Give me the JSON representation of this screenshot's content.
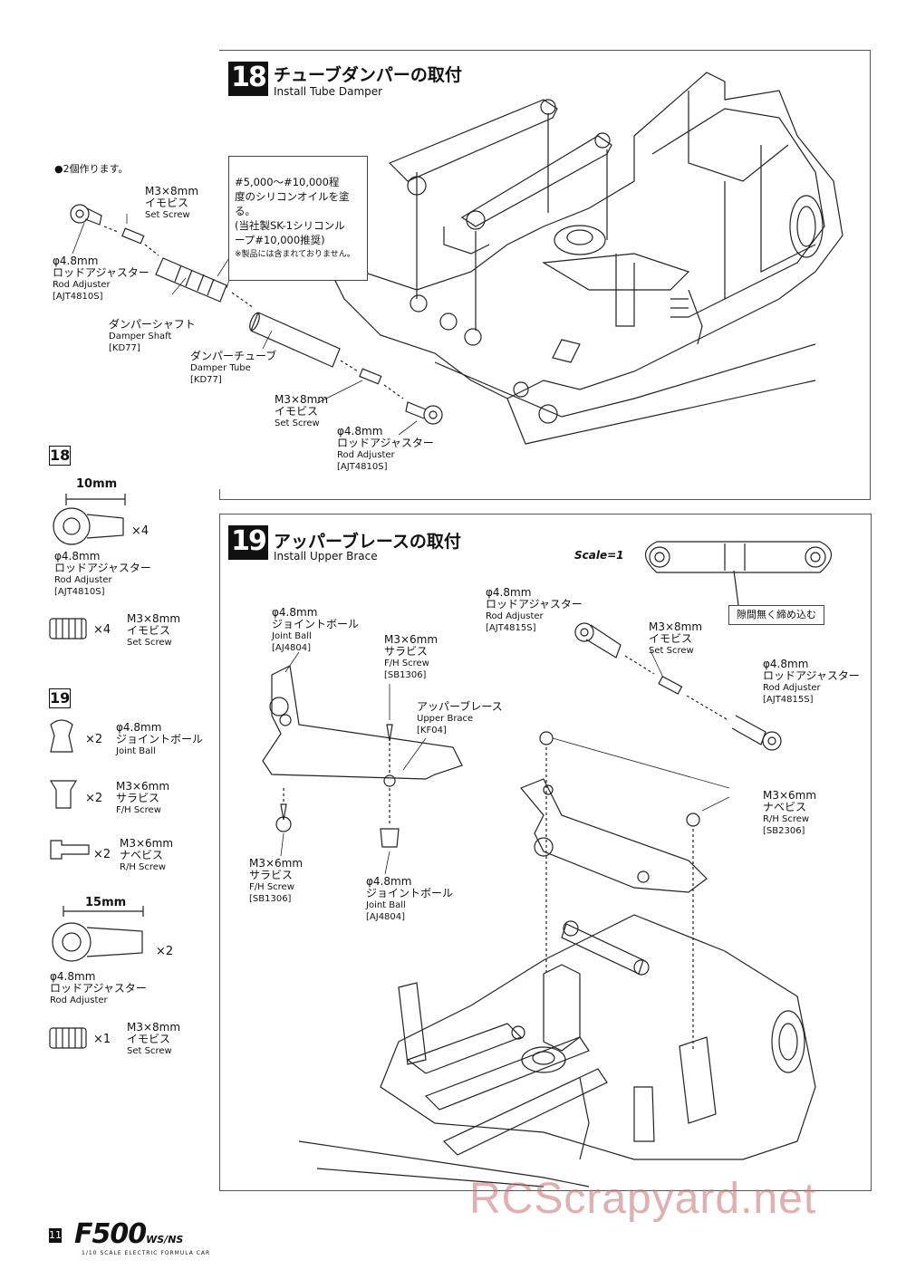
{
  "step18": {
    "number": "18",
    "title_jp": "チューブダンパーの取付",
    "title_en": "Install Tube Damper",
    "note_make_two": "●2個作ります。",
    "oil_note": "#5,000〜#10,000程\n度のシリコンオイルを塗る。\n(当社製SK-1シリコンル\nープ#10,000推奨)",
    "oil_note_small": "※製品には含まれておりません。",
    "set_screw_top": {
      "size": "M3×8mm",
      "jp": "イモビス",
      "en": "Set Screw"
    },
    "rod_adjuster_left": {
      "size": "φ4.8mm",
      "jp": "ロッドアジャスター",
      "en": "Rod Adjuster",
      "code": "[AJT4810S]"
    },
    "damper_shaft": {
      "jp": "ダンパーシャフト",
      "en": "Damper Shaft",
      "code": "[KD77]"
    },
    "damper_tube": {
      "jp": "ダンパーチューブ",
      "en": "Damper Tube",
      "code": "[KD77]"
    },
    "set_screw_bottom": {
      "size": "M3×8mm",
      "jp": "イモビス",
      "en": "Set Screw"
    },
    "rod_adjuster_right": {
      "size": "φ4.8mm",
      "jp": "ロッドアジャスター",
      "en": "Rod Adjuster",
      "code": "[AJT4810S]"
    }
  },
  "parts18": {
    "badge": "18",
    "dim": "10mm",
    "rod": {
      "qty": "×4",
      "size": "φ4.8mm",
      "jp": "ロッドアジャスター",
      "en": "Rod Adjuster",
      "code": "[AJT4810S]"
    },
    "screw": {
      "qty": "×4",
      "size": "M3×8mm",
      "jp": "イモビス",
      "en": "Set Screw"
    }
  },
  "step19": {
    "number": "19",
    "title_jp": "アッパーブレースの取付",
    "title_en": "Install Upper Brace",
    "scale": "Scale=1",
    "tight_note": "隙間無く締め込む",
    "joint_ball_top": {
      "size": "φ4.8mm",
      "jp": "ジョイントボール",
      "en": "Joint Ball",
      "code": "[AJ4804]"
    },
    "fh_screw_top": {
      "size": "M3×6mm",
      "jp": "サラビス",
      "en": "F/H Screw",
      "code": "[SB1306]"
    },
    "upper_brace": {
      "jp": "アッパーブレース",
      "en": "Upper Brace",
      "code": "[KF04]"
    },
    "fh_screw_bottom": {
      "size": "M3×6mm",
      "jp": "サラビス",
      "en": "F/H Screw",
      "code": "[SB1306]"
    },
    "joint_ball_bottom": {
      "size": "φ4.8mm",
      "jp": "ジョイントボール",
      "en": "Joint Ball",
      "code": "[AJ4804]"
    },
    "rod_adjuster_top": {
      "size": "φ4.8mm",
      "jp": "ロッドアジャスター",
      "en": "Rod Adjuster",
      "code": "[AJT4815S]"
    },
    "set_screw": {
      "size": "M3×8mm",
      "jp": "イモビス",
      "en": "Set Screw"
    },
    "rod_adjuster_right": {
      "size": "φ4.8mm",
      "jp": "ロッドアジャスター",
      "en": "Rod Adjuster",
      "code": "[AJT4815S]"
    },
    "rh_screw": {
      "size": "M3×6mm",
      "jp": "ナベビス",
      "en": "R/H Screw",
      "code": "[SB2306]"
    }
  },
  "parts19": {
    "badge": "19",
    "joint_ball": {
      "qty": "×2",
      "size": "φ4.8mm",
      "jp": "ジョイントボール",
      "en": "Joint Ball"
    },
    "fh_screw": {
      "qty": "×2",
      "size": "M3×6mm",
      "jp": "サラビス",
      "en": "F/H Screw"
    },
    "rh_screw": {
      "qty": "×2",
      "size": "M3×6mm",
      "jp": "ナベビス",
      "en": "R/H Screw"
    },
    "dim": "15mm",
    "rod": {
      "qty": "×2",
      "size": "φ4.8mm",
      "jp": "ロッドアジャスター",
      "en": "Rod Adjuster"
    },
    "screw": {
      "qty": "×1",
      "size": "M3×8mm",
      "jp": "イモビス",
      "en": "Set Screw"
    }
  },
  "footer": {
    "page": "11",
    "brand": "F500",
    "brand_suffix": "WS/NS",
    "brand_sub": "1/10 SCALE ELECTRIC FORMULA CAR",
    "watermark": "RCScrapyard.net"
  }
}
